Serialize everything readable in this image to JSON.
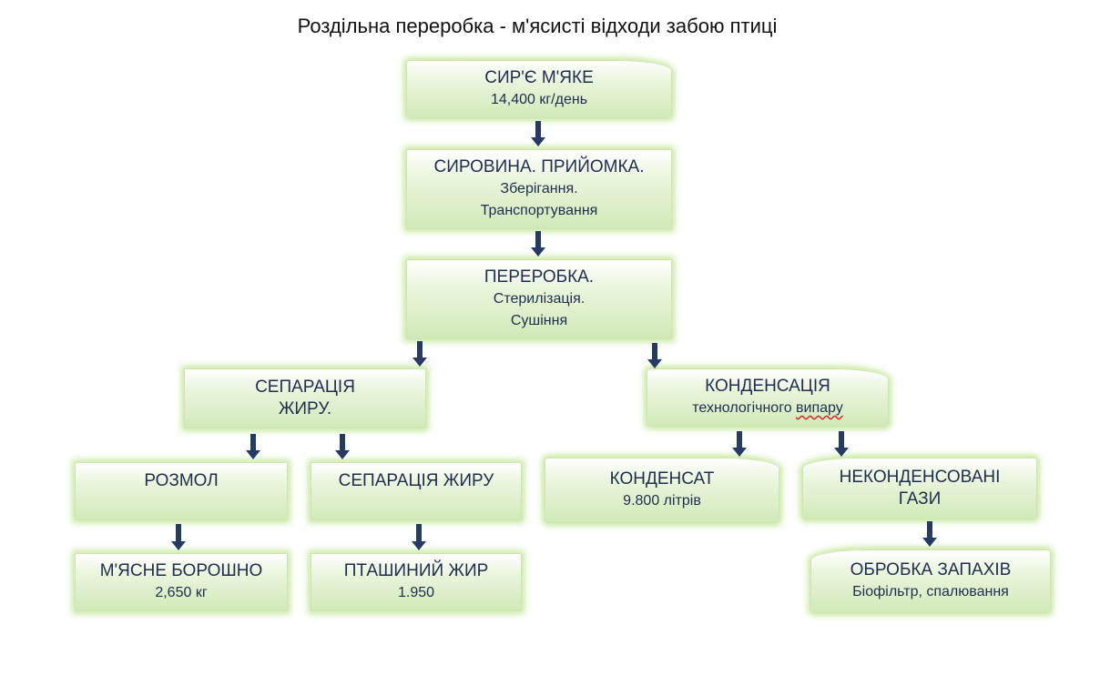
{
  "title": "Роздільна переробка - м'ясисті відходи забою птиці",
  "nodes": {
    "raw": {
      "line1": "СИР'Є М'ЯКЕ",
      "line2": "14,400 кг/день"
    },
    "intake": {
      "line1": "СИРОВИНА.  ПРИЙОМКА.",
      "line2": "Зберігання.",
      "line3": "Транспортування"
    },
    "processing": {
      "line1": "ПЕРЕРОБКА.",
      "line2": "Стерилізація.",
      "line3": "Сушіння"
    },
    "fat_sep": {
      "line1": "СЕПАРАЦІЯ",
      "line2": "ЖИРУ."
    },
    "condensation": {
      "line1": "КОНДЕНСАЦІЯ",
      "line2a": "технологічного ",
      "line2b": "випару"
    },
    "grinding": {
      "line1": "РОЗМОЛ"
    },
    "fat_sep2": {
      "line1": "СЕПАРАЦІЯ ЖИРУ"
    },
    "condensate": {
      "line1": "КОНДЕНСАТ",
      "line2": "9.800 літрів"
    },
    "noncond": {
      "line1": "НЕКОНДЕНСОВАНІ",
      "line2": "ГАЗИ"
    },
    "meal": {
      "line1": "М'ЯСНЕ БОРОШНО",
      "line2": "2,650 кг"
    },
    "poultry_fat": {
      "line1": "ПТАШИНИЙ ЖИР",
      "line2": "1.950"
    },
    "odor": {
      "line1": "ОБРОБКА ЗАПАХІВ",
      "line2": "Біофільтр, спалювання"
    }
  }
}
